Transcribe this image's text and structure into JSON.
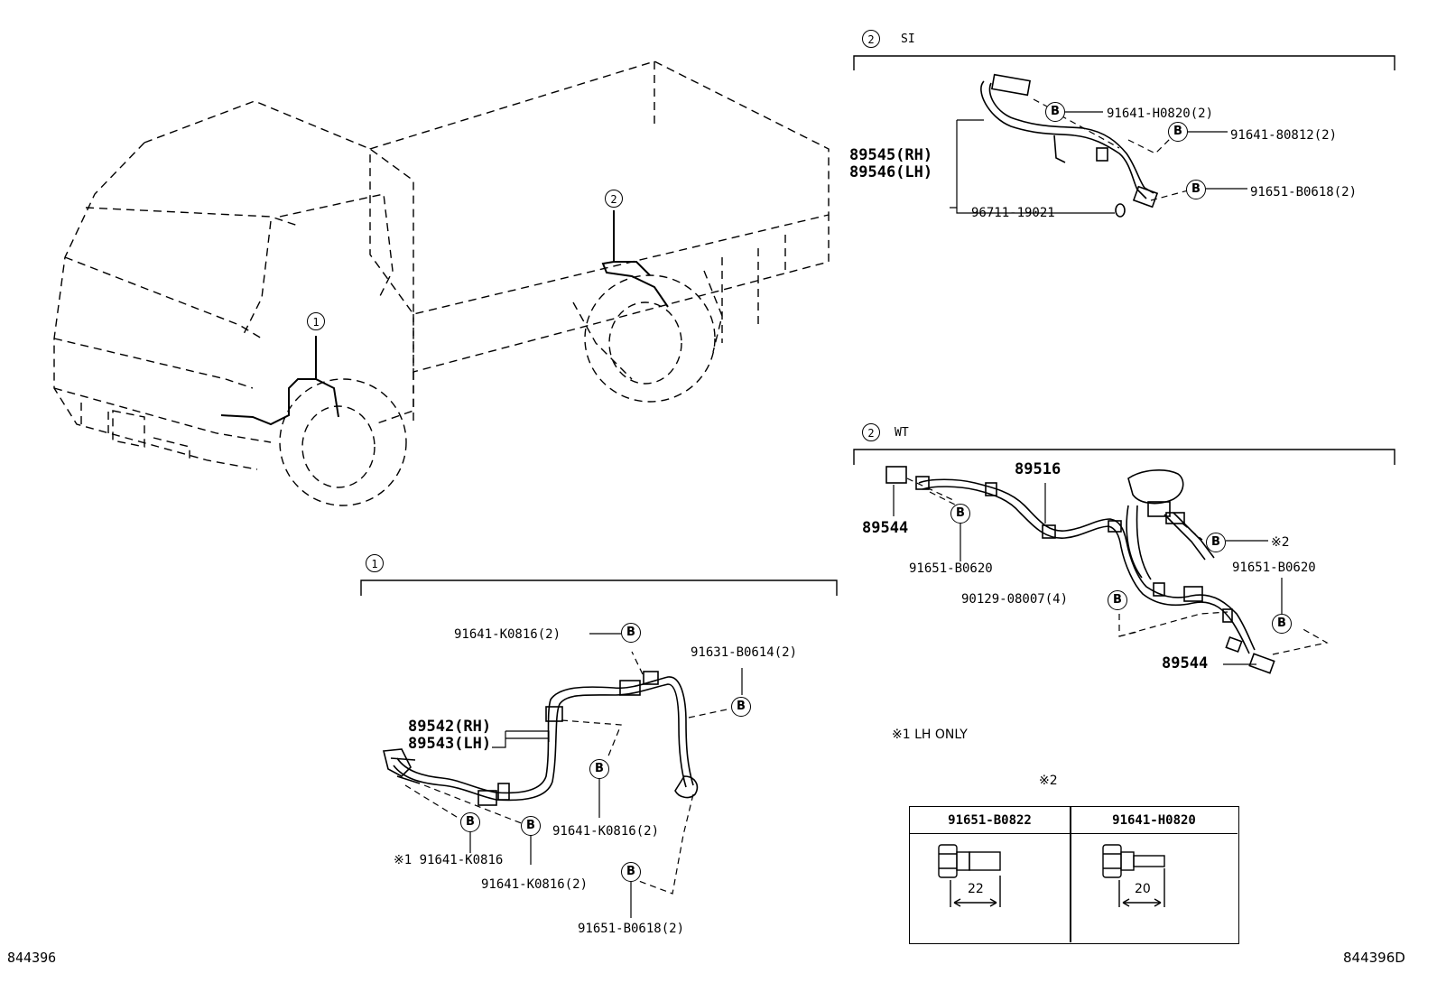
{
  "sections": {
    "s1": {
      "marker": "1"
    },
    "s2_si": {
      "marker": "2",
      "label": "SI"
    },
    "s2_wt": {
      "marker": "2",
      "label": "WT"
    }
  },
  "truck_markers": {
    "front": "1",
    "rear": "2"
  },
  "bolt_symbol": "B",
  "si_parts": {
    "rh": "89545(RH)",
    "lh": "89546(LH)",
    "p1": "91641-H0820(2)",
    "p2": "91641-80812(2)",
    "p3": "91651-B0618(2)",
    "p4": "96711-19021"
  },
  "wt_parts": {
    "harness": "89516",
    "sensor_left": "89544",
    "bolt_left": "91651-B0620",
    "note_mark": "※2",
    "bolt_right": "91651-B0620",
    "clamp": "90129-08007(4)",
    "sensor_right": "89544"
  },
  "s1_parts": {
    "top": "91641-K0816(2)",
    "right_top": "91631-B0614(2)",
    "rh": "89542(RH)",
    "lh": "89543(LH)",
    "mid": "91641-K0816(2)",
    "note1": "※1 91641-K0816",
    "low": "91641-K0816(2)",
    "bottom": "91651-B0618(2)"
  },
  "notes": {
    "lh_only": "※1 LH ONLY",
    "table_mark": "※2"
  },
  "bolt_table": {
    "col1_header": "91651-B0822",
    "col1_dim": "22",
    "col2_header": "91641-H0820",
    "col2_dim": "20"
  },
  "footer": {
    "left_code": "844396",
    "right_code": "844396D"
  }
}
